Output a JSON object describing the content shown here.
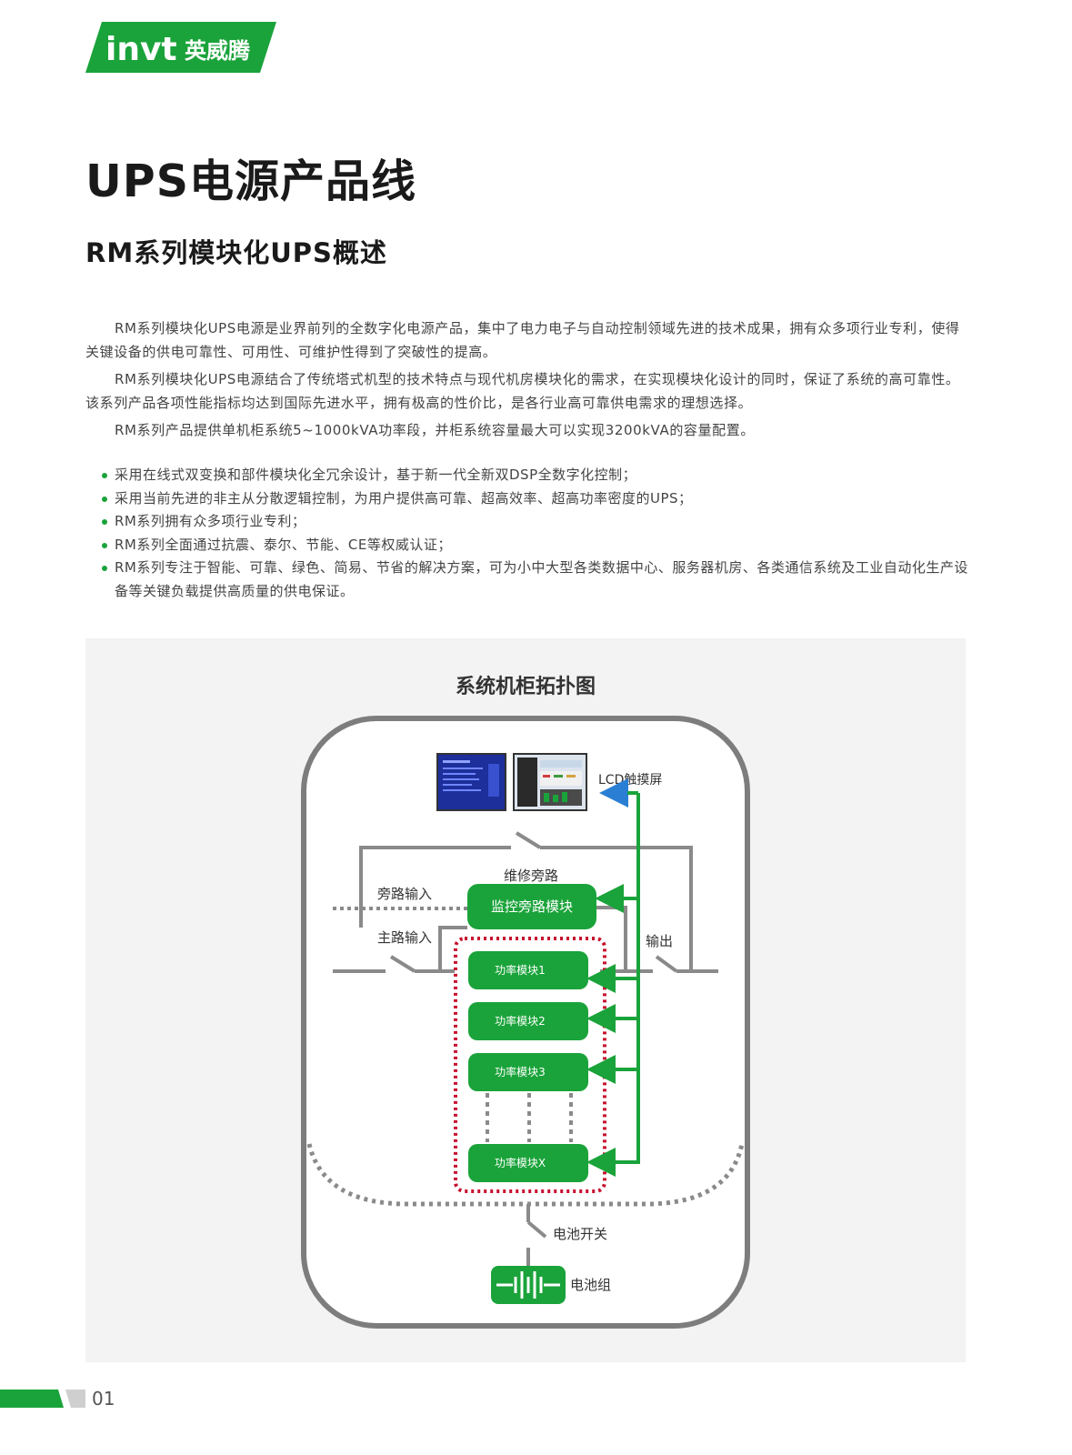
{
  "brand": {
    "logo_latin": "invt",
    "logo_cn": "英威腾",
    "color_green": "#1aa33a",
    "color_red_dotted": "#c8102e",
    "color_line_gray": "#8a8a8a"
  },
  "title": "UPS电源产品线",
  "subtitle": "RM系列模块化UPS概述",
  "intro_paragraphs": [
    "RM系列模块化UPS电源是业界前列的全数字化电源产品，集中了电力电子与自动控制领域先进的技术成果，拥有众多项行业专利，使得关键设备的供电可靠性、可用性、可维护性得到了突破性的提高。",
    "RM系列模块化UPS电源结合了传统塔式机型的技术特点与现代机房模块化的需求，在实现模块化设计的同时，保证了系统的高可靠性。该系列产品各项性能指标均达到国际先进水平，拥有极高的性价比，是各行业高可靠供电需求的理想选择。",
    "RM系列产品提供单机柜系统5~1000kVA功率段，并柜系统容量最大可以实现3200kVA的容量配置。"
  ],
  "features": [
    "采用在线式双变换和部件模块化全冗余设计，基于新一代全新双DSP全数字化控制；",
    "采用当前先进的非主从分散逻辑控制，为用户提供高可靠、超高效率、超高功率密度的UPS；",
    "RM系列拥有众多项行业专利；",
    "RM系列全面通过抗震、泰尔、节能、CE等权威认证；",
    "RM系列专注于智能、可靠、绿色、简易、节省的解决方案，可为小中大型各类数据中心、服务器机房、各类通信系统及工业自动化生产设备等关键负载提供高质量的供电保证。"
  ],
  "diagram": {
    "title": "系统机柜拓扑图",
    "lcd_label": "LCD触摸屏",
    "maintenance_bypass": "维修旁路",
    "bypass_input": "旁路输入",
    "main_input": "主路输入",
    "output": "输出",
    "monitor_module": "监控旁路模块",
    "power_modules": [
      "功率模块1",
      "功率模块2",
      "功率模块3",
      "功率模块X"
    ],
    "battery_switch": "电池开关",
    "battery_pack": "电池组"
  },
  "page_number": "01"
}
